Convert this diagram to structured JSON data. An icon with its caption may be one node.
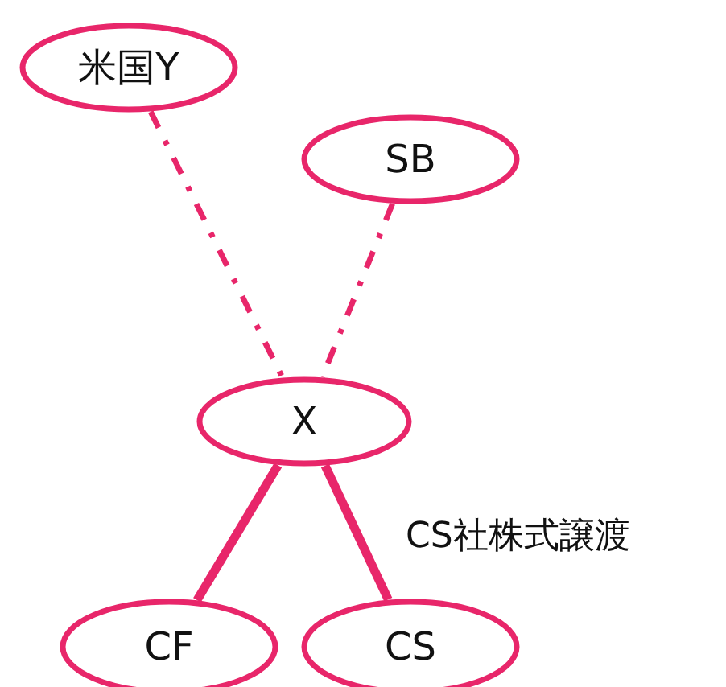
{
  "diagram": {
    "nodes": [
      {
        "text": [
          "米国Y"
        ]
      },
      {
        "text": [
          "SB"
        ]
      },
      {
        "text": [
          "X"
        ]
      },
      {
        "text": [
          "CF"
        ]
      },
      {
        "text": [
          "CS"
        ]
      }
    ],
    "edges": [
      {
        "from": 0,
        "to": 2,
        "arrow": "none",
        "style": "dashed"
      },
      {
        "from": 1,
        "to": 2,
        "arrow": "none",
        "style": "dashed"
      },
      {
        "from": 2,
        "to": 3,
        "arrow": "none"
      },
      {
        "from": 2,
        "to": 4,
        "arrow": "none",
        "label": "CS社株式譲渡"
      }
    ]
  }
}
